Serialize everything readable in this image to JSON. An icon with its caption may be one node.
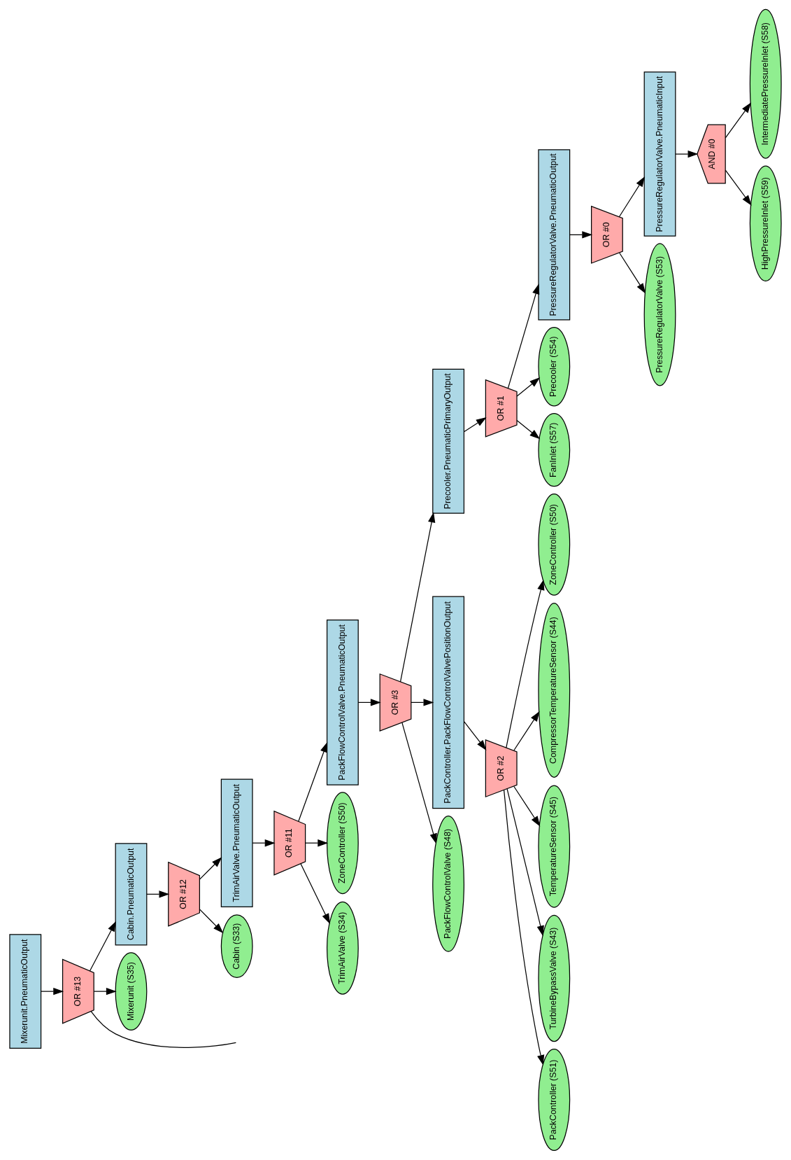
{
  "diagram": {
    "nodes": [
      {
        "text": [
          "Mixerunit.PneumaticOutput"
        ]
      },
      {
        "text": [
          "OR #13"
        ]
      },
      {
        "text": [
          "Mixerunit (S35)"
        ]
      },
      {
        "text": [
          "Cabin.PneumaticOutput"
        ]
      },
      {
        "text": [
          "OR #12"
        ]
      },
      {
        "text": [
          "Cabin (S33)"
        ]
      },
      {
        "text": [
          "TrimAirValve.PneumaticOutput"
        ]
      },
      {
        "text": [
          "OR #11"
        ]
      },
      {
        "text": [
          "TrimAirValve (S34)"
        ]
      },
      {
        "text": [
          "ZoneController (S50)"
        ]
      },
      {
        "text": [
          "PackFlowControlValve.PneumaticOutput"
        ]
      },
      {
        "text": [
          "OR #3"
        ]
      },
      {
        "text": [
          "PackFlowControlValve (S48)"
        ]
      },
      {
        "text": [
          "PackController.PackFlowControlValvePositionOutput"
        ]
      },
      {
        "text": [
          "OR #2"
        ]
      },
      {
        "text": [
          "PackController (S51)"
        ]
      },
      {
        "text": [
          "TurbineBypassValve (S43)"
        ]
      },
      {
        "text": [
          "TemperatureSensor (S45)"
        ]
      },
      {
        "text": [
          "CompressorTemperatureSensor (S44)"
        ]
      },
      {
        "text": [
          "ZoneController (S50)"
        ]
      },
      {
        "text": [
          "Precooler.PneumaticPrimaryOutput"
        ]
      },
      {
        "text": [
          "OR #1"
        ]
      },
      {
        "text": [
          "FanInlet (S57)"
        ]
      },
      {
        "text": [
          "Precooler (S54)"
        ]
      },
      {
        "text": [
          "PressureRegulatorValve.PneumaticOutput"
        ]
      },
      {
        "text": [
          "OR #0"
        ]
      },
      {
        "text": [
          "PressureRegulatorValve (S53)"
        ]
      },
      {
        "text": [
          "PressureRegulatorValve.PneumaticInput"
        ]
      },
      {
        "text": [
          "AND #0"
        ]
      },
      {
        "text": [
          "HighPressureInlet (S59)"
        ]
      },
      {
        "text": [
          "IntermediatePressureInlet (S58)"
        ]
      }
    ],
    "edges": [
      {
        "from": 0,
        "to": 1,
        "arrow": "to"
      },
      {
        "from": 1,
        "to": 2,
        "arrow": "to"
      },
      {
        "from": 1,
        "to": 3,
        "arrow": "to"
      },
      {
        "from": 1,
        "to": null,
        "arrow": "none"
      },
      {
        "from": 3,
        "to": 4,
        "arrow": "to"
      },
      {
        "from": 4,
        "to": 5,
        "arrow": "to"
      },
      {
        "from": 4,
        "to": 6,
        "arrow": "to"
      },
      {
        "from": 6,
        "to": 7,
        "arrow": "to"
      },
      {
        "from": 7,
        "to": 8,
        "arrow": "to"
      },
      {
        "from": 7,
        "to": 9,
        "arrow": "to"
      },
      {
        "from": 7,
        "to": 10,
        "arrow": "to"
      },
      {
        "from": 10,
        "to": 11,
        "arrow": "to"
      },
      {
        "from": 11,
        "to": 12,
        "arrow": "to"
      },
      {
        "from": 11,
        "to": 13,
        "arrow": "to"
      },
      {
        "from": 11,
        "to": 20,
        "arrow": "to"
      },
      {
        "from": 13,
        "to": 14,
        "arrow": "to"
      },
      {
        "from": 14,
        "to": 15,
        "arrow": "to"
      },
      {
        "from": 14,
        "to": 16,
        "arrow": "to"
      },
      {
        "from": 14,
        "to": 17,
        "arrow": "to"
      },
      {
        "from": 14,
        "to": 18,
        "arrow": "to"
      },
      {
        "from": 14,
        "to": 19,
        "arrow": "to"
      },
      {
        "from": 20,
        "to": 21,
        "arrow": "to"
      },
      {
        "from": 21,
        "to": 22,
        "arrow": "to"
      },
      {
        "from": 21,
        "to": 23,
        "arrow": "to"
      },
      {
        "from": 21,
        "to": 24,
        "arrow": "to"
      },
      {
        "from": 24,
        "to": 25,
        "arrow": "to"
      },
      {
        "from": 25,
        "to": 26,
        "arrow": "to"
      },
      {
        "from": 25,
        "to": 27,
        "arrow": "to"
      },
      {
        "from": 27,
        "to": 28,
        "arrow": "to"
      },
      {
        "from": 28,
        "to": 29,
        "arrow": "to"
      },
      {
        "from": 28,
        "to": 30,
        "arrow": "to"
      }
    ]
  }
}
